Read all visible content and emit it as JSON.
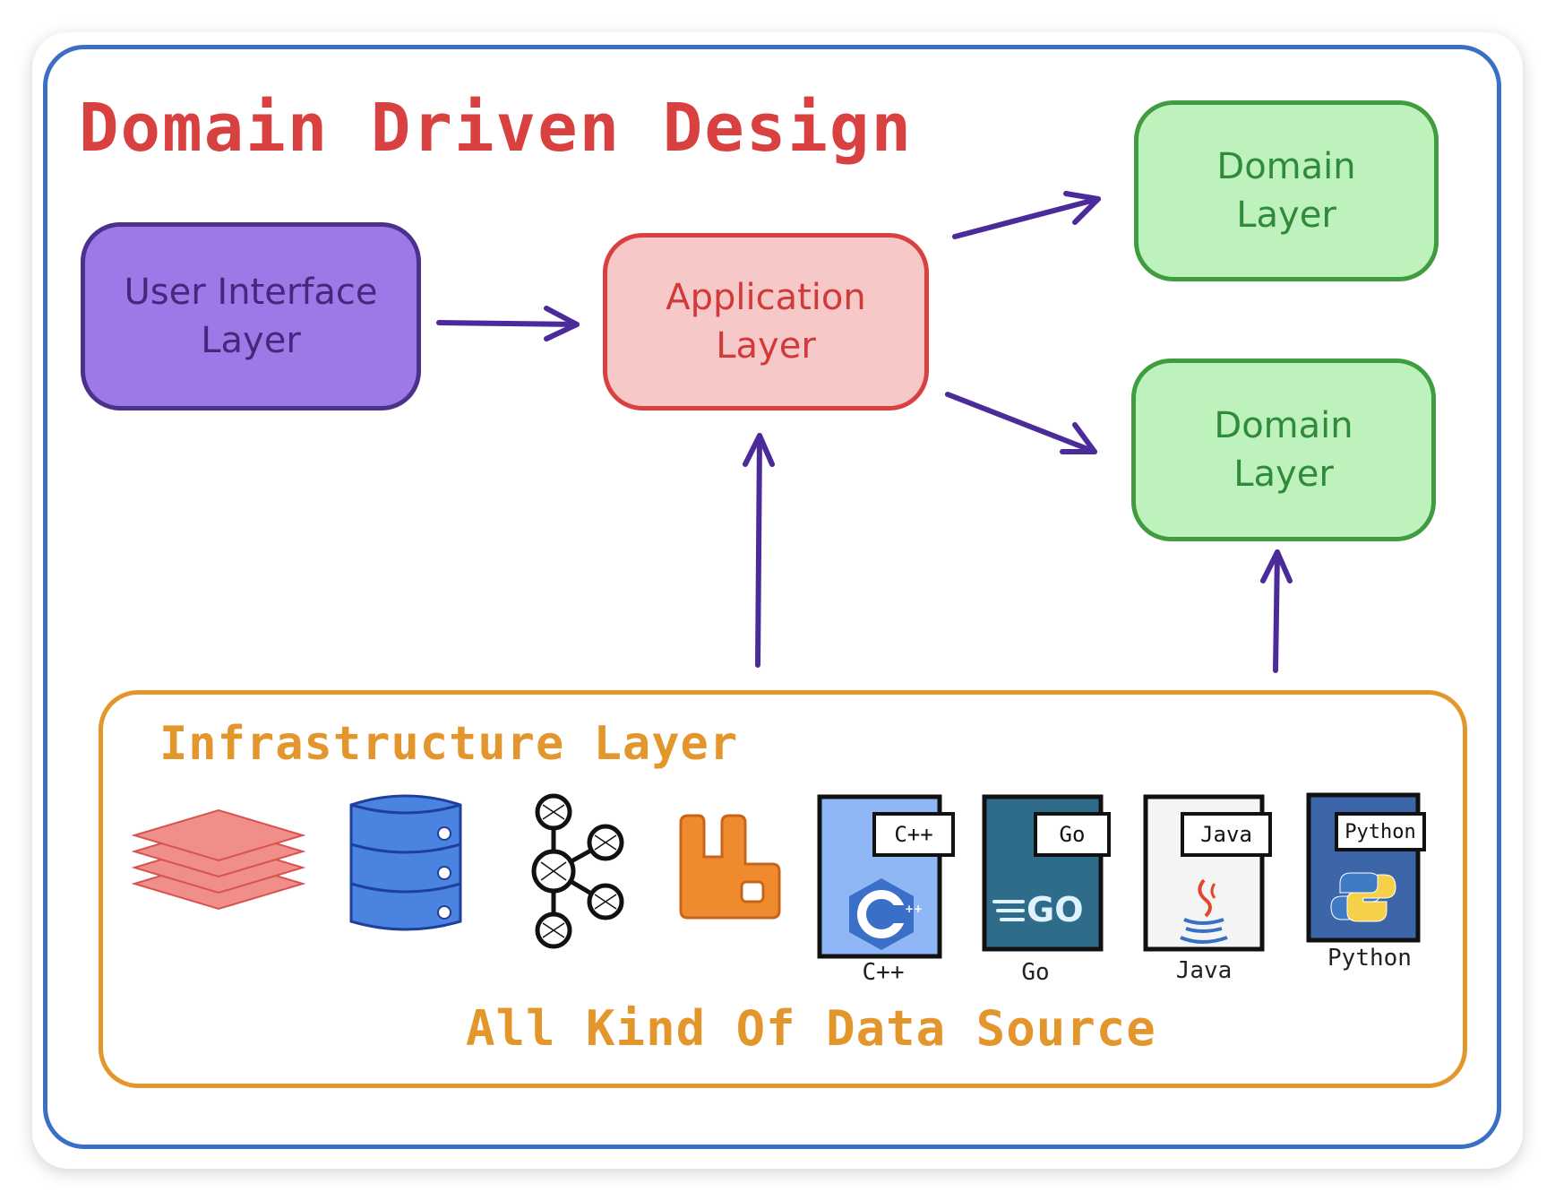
{
  "title": "Domain Driven Design",
  "boxes": {
    "ui": "User Interface\nLayer",
    "application": "Application\nLayer",
    "domain_top": "Domain\nLayer",
    "domain_bottom": "Domain\nLayer"
  },
  "infrastructure": {
    "title": "Infrastructure Layer",
    "footer": "All Kind Of Data Source",
    "languages": [
      {
        "tag": "C++",
        "label": "C++"
      },
      {
        "tag": "Go",
        "label": "Go"
      },
      {
        "tag": "Java",
        "label": "Java"
      },
      {
        "tag": "Python",
        "label": "Python"
      }
    ]
  },
  "colors": {
    "frame": "#3b6fc4",
    "title": "#d94040",
    "arrow": "#4b2a99",
    "ui_fill": "#9b7ae8",
    "app_fill": "#f7c8c8",
    "domain_fill": "#bdf2bd",
    "infra": "#e3962c"
  },
  "icons": [
    "layers-stack-icon",
    "database-icon",
    "kafka-icon",
    "rabbitmq-icon",
    "cpp-file-icon",
    "go-file-icon",
    "java-file-icon",
    "python-file-icon"
  ]
}
